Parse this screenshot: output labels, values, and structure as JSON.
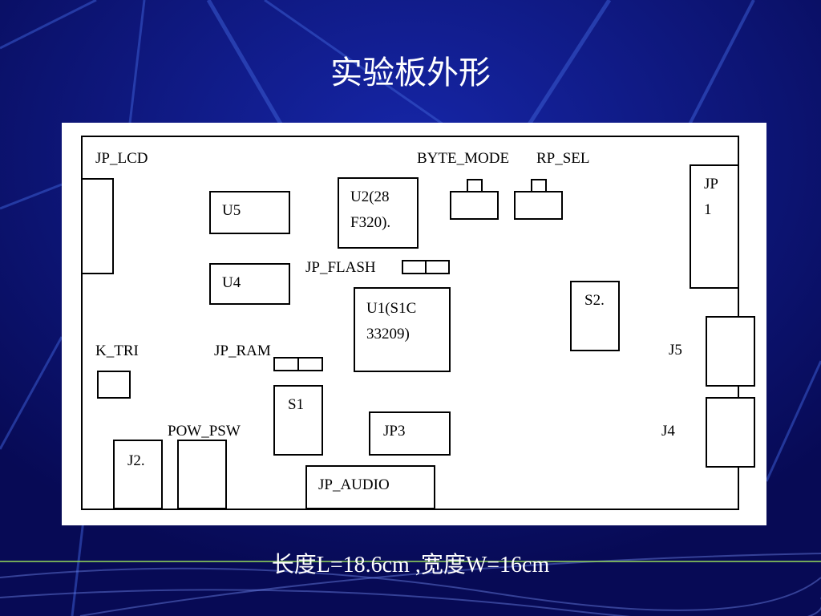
{
  "slide": {
    "title": "实验板外形",
    "caption": "长度L=18.6cm ,宽度W=16cm"
  },
  "board": {
    "labels": {
      "jp_lcd": "JP_LCD",
      "byte_mode": "BYTE_MODE",
      "rp_sel": "RP_SEL",
      "jp_flash": "JP_FLASH",
      "k_tri": "K_TRI",
      "jp_ram": "JP_RAM",
      "pow_psw": "POW_PSW",
      "j5": "J5",
      "j4": "J4"
    },
    "components": {
      "u5": "U5",
      "u4": "U4",
      "u2_line1": "U2(28",
      "u2_line2": "F320).",
      "u1_line1": "U1(S1C",
      "u1_line2": "33209)",
      "jp1_line1": "JP",
      "jp1_line2": "1",
      "s2": "S2.",
      "s1": "S1",
      "jp3": "JP3",
      "j2": "J2.",
      "jp_audio": "JP_AUDIO"
    }
  }
}
